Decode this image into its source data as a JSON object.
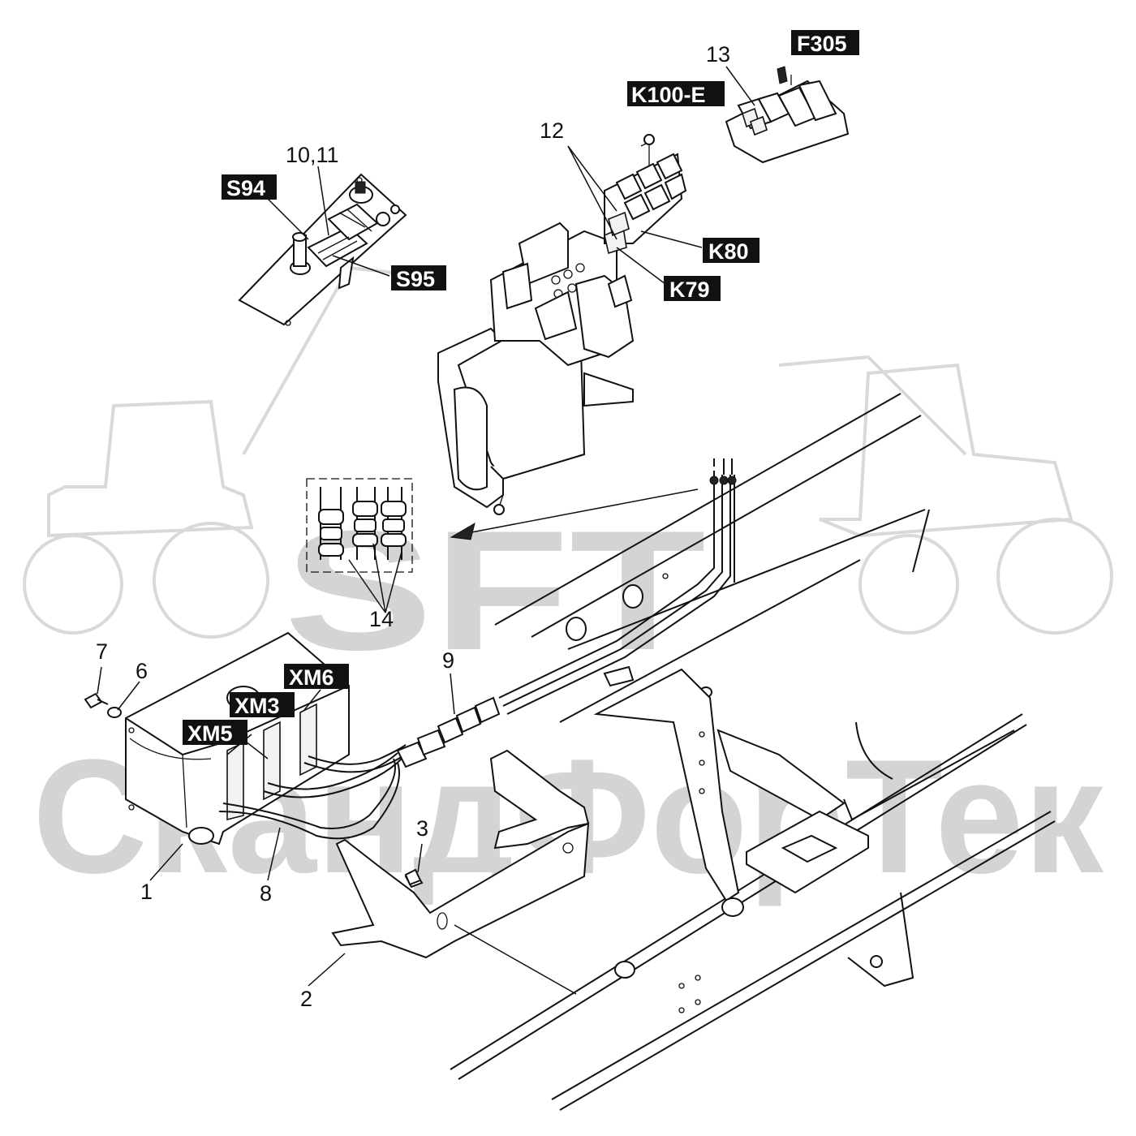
{
  "watermark": {
    "logo": "SFT",
    "company": "СкандФорТек"
  },
  "callouts": [
    {
      "id": "c1",
      "text": "1"
    },
    {
      "id": "c2",
      "text": "2"
    },
    {
      "id": "c3",
      "text": "3"
    },
    {
      "id": "c6",
      "text": "6"
    },
    {
      "id": "c7",
      "text": "7"
    },
    {
      "id": "c8",
      "text": "8"
    },
    {
      "id": "c9",
      "text": "9"
    },
    {
      "id": "c10",
      "text": "10,11"
    },
    {
      "id": "c12",
      "text": "12"
    },
    {
      "id": "c13",
      "text": "13"
    },
    {
      "id": "c14",
      "text": "14"
    }
  ],
  "tags": [
    {
      "id": "F305",
      "text": "F305"
    },
    {
      "id": "K100",
      "text": "K100-E"
    },
    {
      "id": "S94",
      "text": "S94"
    },
    {
      "id": "S95",
      "text": "S95"
    },
    {
      "id": "K80",
      "text": "K80"
    },
    {
      "id": "K79",
      "text": "K79"
    },
    {
      "id": "XM6",
      "text": "XM6"
    },
    {
      "id": "XM3",
      "text": "XM3"
    },
    {
      "id": "XM5",
      "text": "XM5"
    }
  ]
}
